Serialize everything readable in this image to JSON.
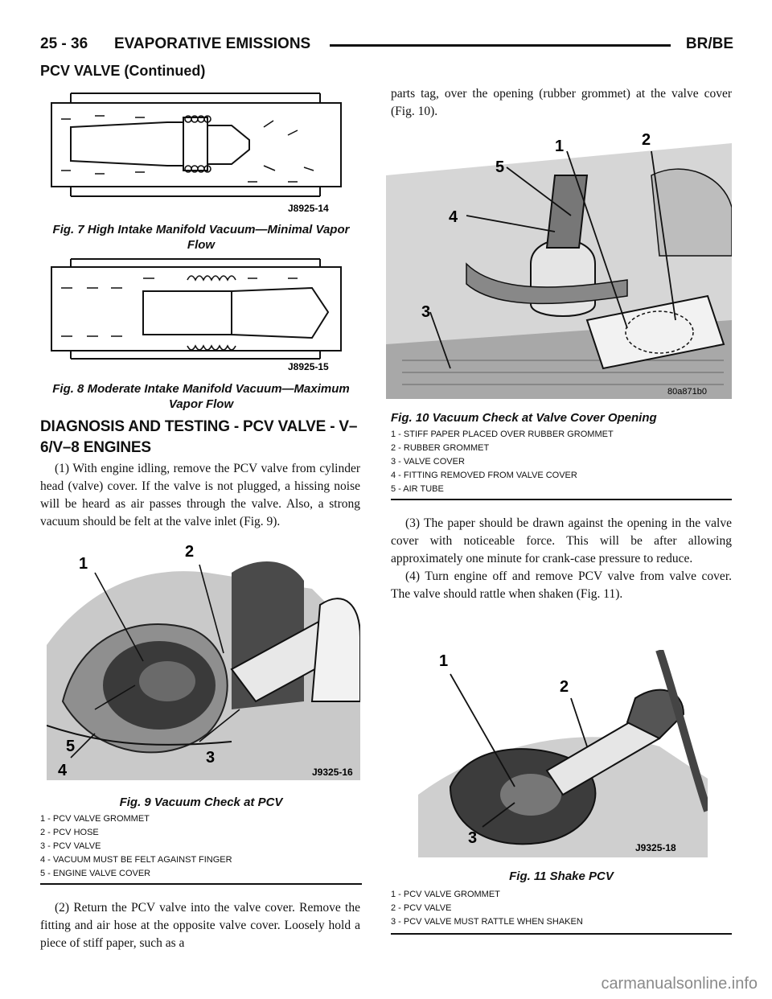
{
  "header": {
    "page_number": "25 - 36",
    "section_title": "EVAPORATIVE EMISSIONS",
    "model": "BR/BE",
    "continued_title": "PCV VALVE (Continued)"
  },
  "fig7": {
    "code": "J8925-14",
    "caption": "Fig. 7 High Intake Manifold Vacuum—Minimal Vapor Flow"
  },
  "fig8": {
    "code": "J8925-15",
    "caption": "Fig. 8 Moderate Intake Manifold Vacuum—Maximum Vapor Flow"
  },
  "diagnosis": {
    "heading": "DIAGNOSIS AND TESTING - PCV VALVE - V–6/V–8 ENGINES",
    "step1": "(1) With engine idling, remove the PCV valve from cylinder head (valve) cover. If the valve is not plugged, a hissing noise will be heard as air passes through the valve. Also, a strong vacuum should be felt at the valve inlet (Fig. 9).",
    "step2": "(2) Return the PCV valve into the valve cover. Remove the fitting and air hose at the opposite valve cover. Loosely hold a piece of stiff paper, such as a parts tag, over the opening (rubber grommet) at the valve cover (Fig. 10).",
    "step2_start": "(2) Return the PCV valve into the valve cover. Remove the fitting and air hose at the opposite valve cover. Loosely hold a piece of stiff paper, such as a",
    "step2_end": "parts tag, over the opening (rubber grommet) at the valve cover (Fig. 10).",
    "step3": "(3) The paper should be drawn against the opening in the valve cover with noticeable force. This will be after allowing approximately one minute for crank-case pressure to reduce.",
    "step4": "(4) Turn engine off and remove PCV valve from valve cover. The valve should rattle when shaken (Fig. 11)."
  },
  "fig9": {
    "code": "J9325-16",
    "caption": "Fig. 9 Vacuum Check at PCV",
    "callouts": [
      "1",
      "2",
      "3",
      "4",
      "5"
    ],
    "legend": [
      "1 - PCV VALVE GROMMET",
      "2 - PCV HOSE",
      "3 - PCV VALVE",
      "4 - VACUUM MUST BE FELT AGAINST FINGER",
      "5 - ENGINE VALVE COVER"
    ]
  },
  "fig10": {
    "code": "80a871b0",
    "caption": "Fig. 10 Vacuum Check at Valve Cover Opening",
    "callouts": [
      "1",
      "2",
      "3",
      "4",
      "5"
    ],
    "legend": [
      "1 - STIFF PAPER PLACED OVER RUBBER GROMMET",
      "2 - RUBBER GROMMET",
      "3 - VALVE COVER",
      "4 - FITTING REMOVED FROM VALVE COVER",
      "5 - AIR TUBE"
    ]
  },
  "fig11": {
    "code": "J9325-18",
    "caption": "Fig. 11 Shake PCV",
    "callouts": [
      "1",
      "2",
      "3"
    ],
    "legend": [
      "1 - PCV VALVE GROMMET",
      "2 - PCV VALVE",
      "3 - PCV VALVE MUST RATTLE WHEN SHAKEN"
    ]
  },
  "watermark": "carmanualsonline.info"
}
